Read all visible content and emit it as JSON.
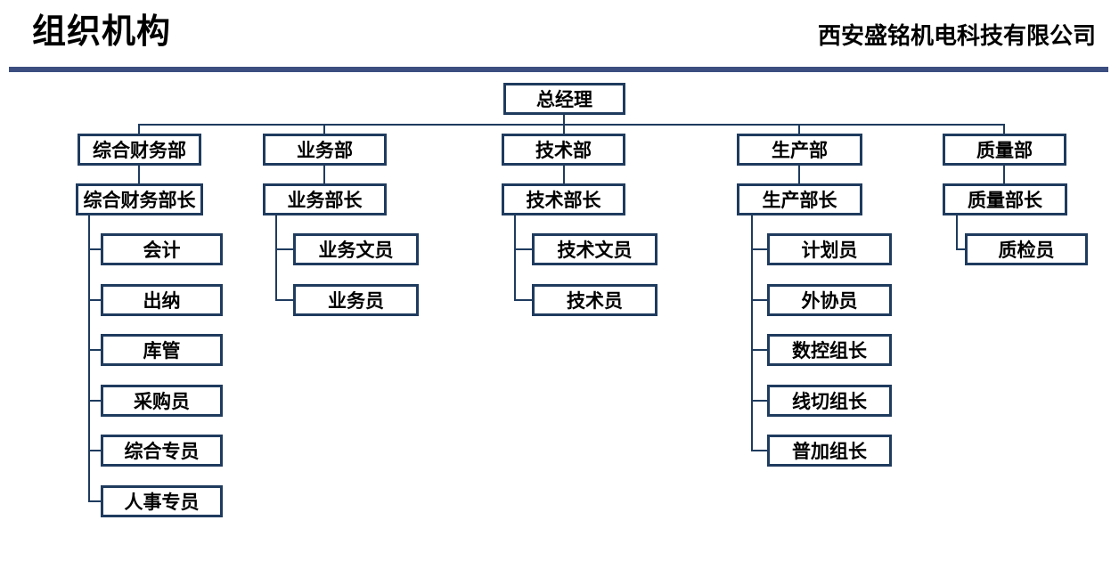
{
  "header": {
    "title": "组织机构",
    "company": "西安盛铭机电科技有限公司"
  },
  "colors": {
    "box_border": "#1f3b5e",
    "connector_line": "#1f3b5e",
    "header_divider": "#3b4e7f",
    "text": "#000000",
    "background": "#ffffff"
  },
  "org": {
    "root": {
      "label": "总经理"
    },
    "departments": [
      {
        "label": "综合财务部",
        "head": "综合财务部长",
        "staff": [
          "会计",
          "出纳",
          "库管",
          "采购员",
          "综合专员",
          "人事专员"
        ]
      },
      {
        "label": "业务部",
        "head": "业务部长",
        "staff": [
          "业务文员",
          "业务员"
        ]
      },
      {
        "label": "技术部",
        "head": "技术部长",
        "staff": [
          "技术文员",
          "技术员"
        ]
      },
      {
        "label": "生产部",
        "head": "生产部长",
        "staff": [
          "计划员",
          "外协员",
          "数控组长",
          "线切组长",
          "普加组长"
        ]
      },
      {
        "label": "质量部",
        "head": "质量部长",
        "staff": [
          "质检员"
        ]
      }
    ]
  }
}
